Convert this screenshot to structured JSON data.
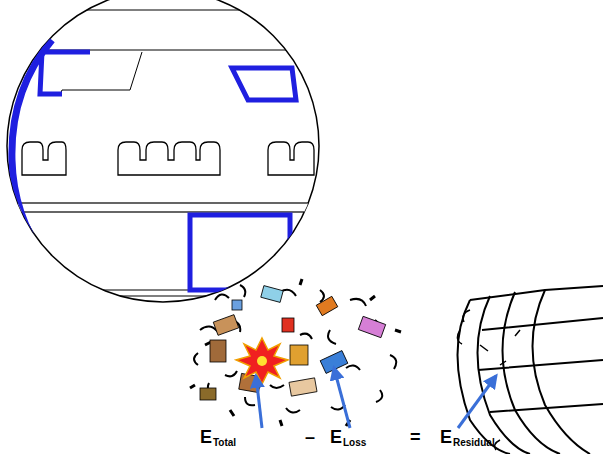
{
  "diagram": {
    "labels": [
      "E",
      "Total",
      "–",
      "E",
      "Loss",
      "=",
      "E",
      "Residual"
    ]
  }
}
